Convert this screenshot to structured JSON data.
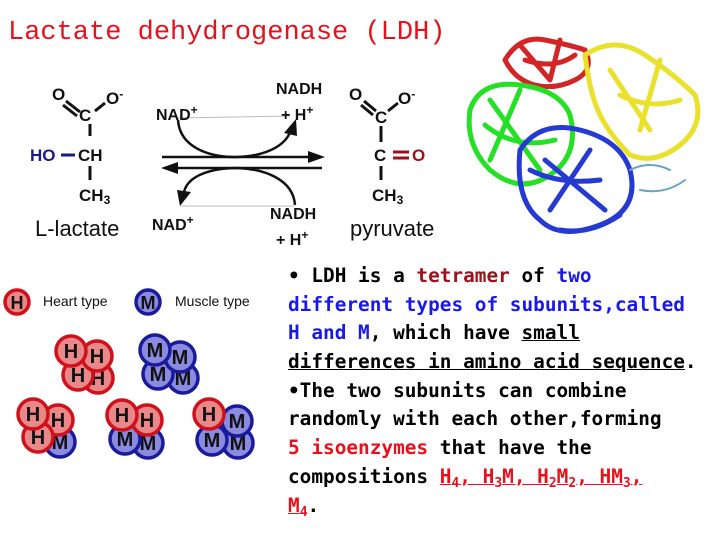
{
  "title": "Lactate dehydrogenase (LDH)",
  "reaction": {
    "left": {
      "o": "O",
      "o_minus": "O",
      "minus": "-",
      "c": "C",
      "ho": "HO",
      "ch": "CH",
      "ch3": "CH",
      "ch3_sub": "3",
      "name": "L-lactate"
    },
    "right": {
      "o": "O",
      "o_minus": "O",
      "minus": "-",
      "c": "C",
      "c2": "C",
      "o_red": "O",
      "ch3": "CH",
      "ch3_sub": "3",
      "name": "pyruvate"
    },
    "top_nad": "NAD",
    "top_nad_plus": "+",
    "top_nadh": "NADH",
    "top_h": "+ H",
    "top_h_plus": "+",
    "bottom_nad": "NAD",
    "bottom_nad_plus": "+",
    "bottom_nadh": "NADH",
    "bottom_h": "+ H",
    "bottom_h_plus": "+"
  },
  "legend": {
    "heart_symbol": "H",
    "heart_label": "Heart type",
    "muscle_symbol": "M",
    "muscle_label": "Muscle type"
  },
  "subunit_letters": {
    "h": "H",
    "m": "M"
  },
  "colors": {
    "heart_fill": "#e98888",
    "heart_stroke": "#d0101a",
    "muscle_fill": "#8a8ae0",
    "muscle_stroke": "#1a1a9a",
    "title": "#e8101a"
  },
  "text": {
    "l1": {
      "a": "• LDH is a ",
      "b": "tetramer",
      "c": " of ",
      "d": "two"
    },
    "l2": "different types of subunits,called",
    "l3": {
      "a": "H and M",
      "b": ", which have ",
      "c": "small"
    },
    "l4": {
      "a": "differences in amino acid sequence",
      "b": "."
    },
    "l5": "•The two subunits can combine",
    "l6": "randomly with each other,forming",
    "l7": {
      "a": "5 isoenzymes",
      "b": " that have the"
    },
    "l8": {
      "a": "compositions ",
      "h4": "H",
      "h4s": "4",
      "s1": ", H",
      "h3s": "3",
      "s2": "M, H",
      "h2s": "2",
      "s3": "M",
      "m2s": "2",
      "s4": ", HM",
      "m3s": "3",
      "s5": ","
    },
    "l9": {
      "m": "M",
      "m4s": "4",
      "end": "."
    }
  }
}
